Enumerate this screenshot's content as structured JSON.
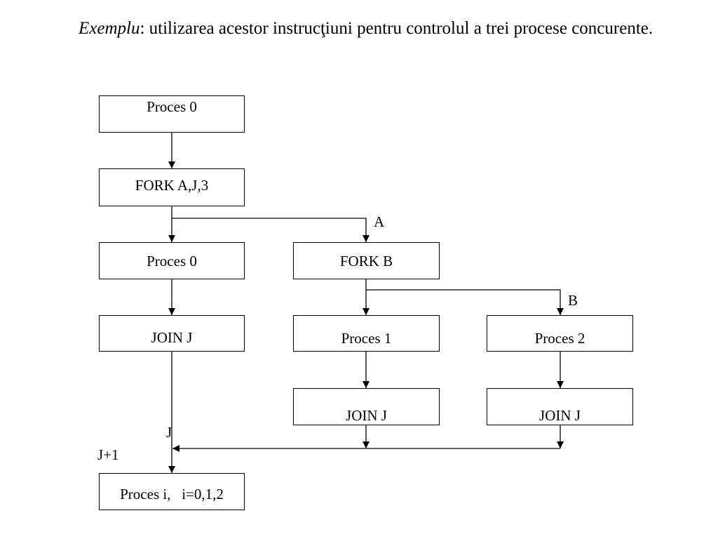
{
  "intro": {
    "emphasis": "Exemplu",
    "text": ": utilizarea acestor instrucţiuni pentru controlul a trei procese concurente."
  },
  "nodes": {
    "proc0_top": "Proces 0",
    "fork_a": "FORK A,J,3",
    "proc0_mid": "Proces 0",
    "fork_b": "FORK B",
    "join_left": "JOIN J",
    "proc1": "Proces 1",
    "proc2": "Proces 2",
    "join_mid": "JOIN J",
    "join_right": "JOIN J",
    "proc_final": "Proces i,   i=0,1,2"
  },
  "labels": {
    "a": "A",
    "b": "B",
    "j": "J",
    "j_plus_1": "J+1"
  }
}
